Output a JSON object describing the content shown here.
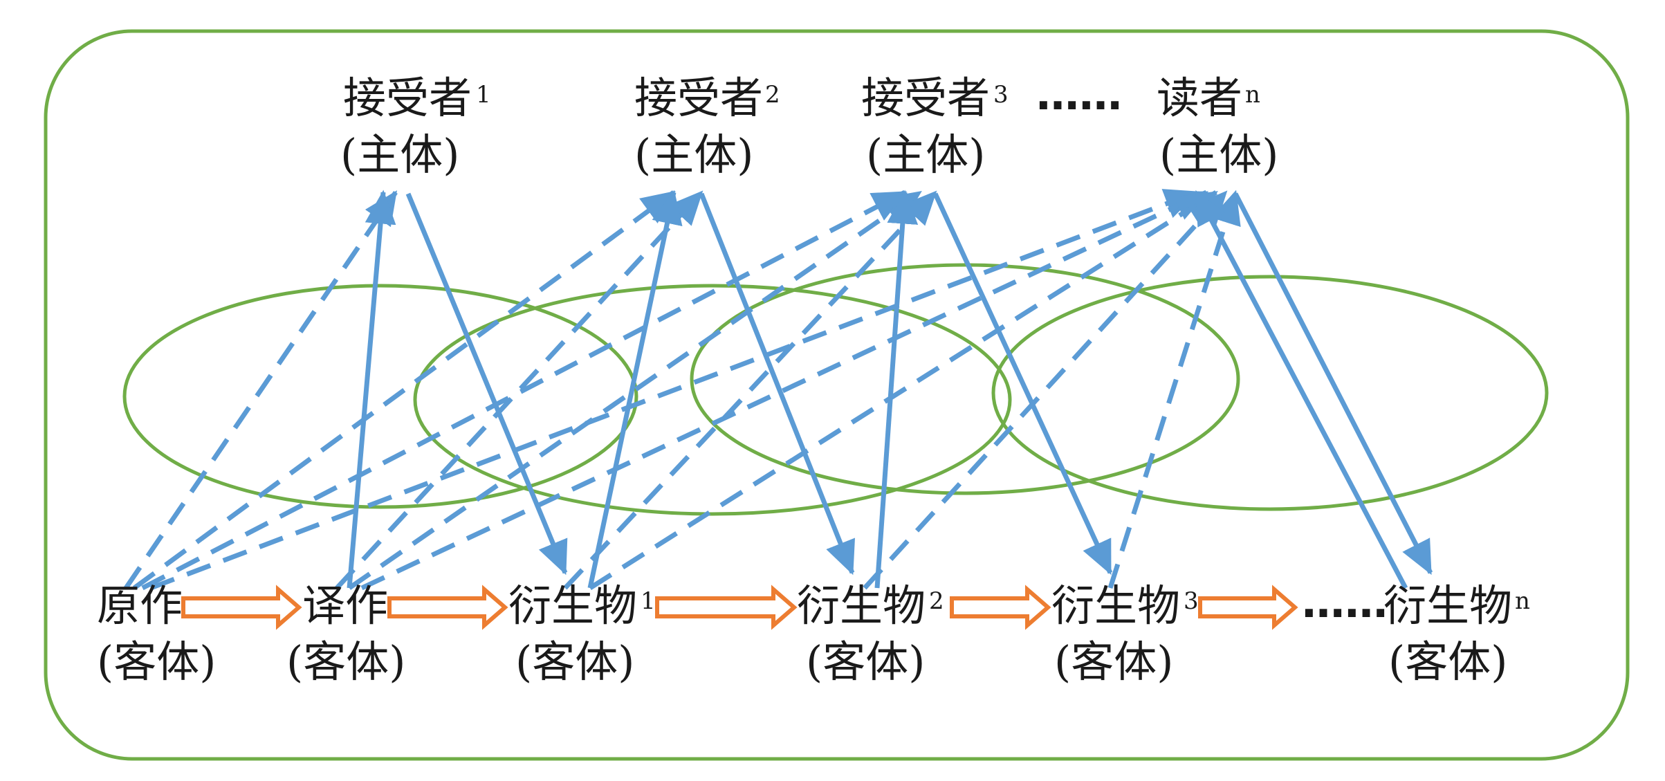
{
  "colors": {
    "frame": "#70ad47",
    "ellipse": "#70ad47",
    "arrow": "#5b9bd5",
    "flow": "#ed7d31",
    "text": "#1a1a1a"
  },
  "top_nodes": [
    {
      "id": "receiver-1",
      "name": "接受者",
      "sup": "1",
      "role": "(主体)"
    },
    {
      "id": "receiver-2",
      "name": "接受者",
      "sup": "2",
      "role": "(主体)"
    },
    {
      "id": "receiver-3",
      "name": "接受者",
      "sup": "3",
      "role": "(主体)"
    },
    {
      "id": "reader-n",
      "name": "读者",
      "sup": "n",
      "role": "(主体)"
    }
  ],
  "top_ellipsis": "……",
  "bottom_nodes": [
    {
      "id": "original",
      "name": "原作",
      "sup": "",
      "role": "(客体)"
    },
    {
      "id": "translation",
      "name": "译作",
      "sup": "",
      "role": "(客体)"
    },
    {
      "id": "derivative-1",
      "name": "衍生物",
      "sup": "1",
      "role": "(客体)"
    },
    {
      "id": "derivative-2",
      "name": "衍生物",
      "sup": "2",
      "role": "(客体)"
    },
    {
      "id": "derivative-3",
      "name": "衍生物",
      "sup": "3",
      "role": "(客体)"
    },
    {
      "id": "derivative-n",
      "name": "衍生物",
      "sup": "n",
      "role": "(客体)"
    }
  ],
  "bottom_ellipsis": "……",
  "flow_sequence": [
    "original",
    "translation",
    "derivative-1",
    "derivative-2",
    "derivative-3",
    "derivative-n"
  ],
  "solid_links": [
    {
      "from": "translation",
      "to": "receiver-1"
    },
    {
      "from": "receiver-1",
      "to": "derivative-1"
    },
    {
      "from": "derivative-1",
      "to": "receiver-2"
    },
    {
      "from": "receiver-2",
      "to": "derivative-2"
    },
    {
      "from": "derivative-2",
      "to": "receiver-3"
    },
    {
      "from": "receiver-3",
      "to": "derivative-3"
    },
    {
      "from": "derivative-n",
      "to": "reader-n"
    },
    {
      "from": "reader-n",
      "to": "derivative-n"
    }
  ],
  "dashed_links": [
    {
      "from": "original",
      "to": "receiver-1"
    },
    {
      "from": "original",
      "to": "receiver-2"
    },
    {
      "from": "original",
      "to": "receiver-3"
    },
    {
      "from": "original",
      "to": "reader-n"
    },
    {
      "from": "translation",
      "to": "receiver-2"
    },
    {
      "from": "translation",
      "to": "receiver-3"
    },
    {
      "from": "translation",
      "to": "reader-n"
    },
    {
      "from": "derivative-1",
      "to": "receiver-3"
    },
    {
      "from": "derivative-1",
      "to": "reader-n"
    },
    {
      "from": "derivative-2",
      "to": "reader-n"
    },
    {
      "from": "derivative-3",
      "to": "reader-n"
    }
  ]
}
